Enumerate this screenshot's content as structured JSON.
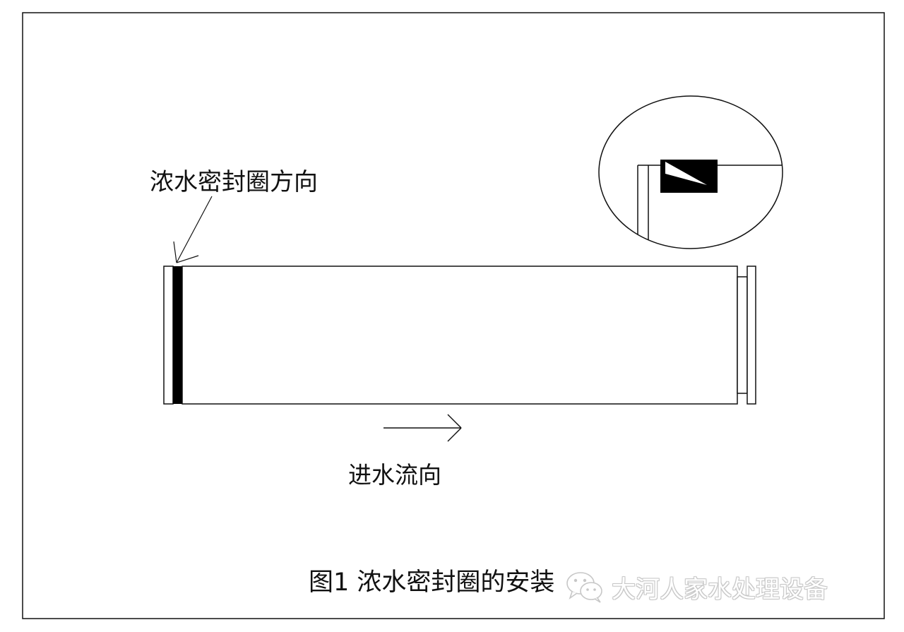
{
  "labels": {
    "seal_direction": "浓水密封圈方向",
    "feed_flow": "进水流向",
    "caption": "图1 浓水密封圈的安装"
  },
  "watermark": {
    "icon": "wechat-icon",
    "text": "大河人家水处理设备"
  },
  "colors": {
    "line": "#111111",
    "seal": "#000000",
    "background": "#ffffff",
    "watermark": "#9a9a9a"
  }
}
